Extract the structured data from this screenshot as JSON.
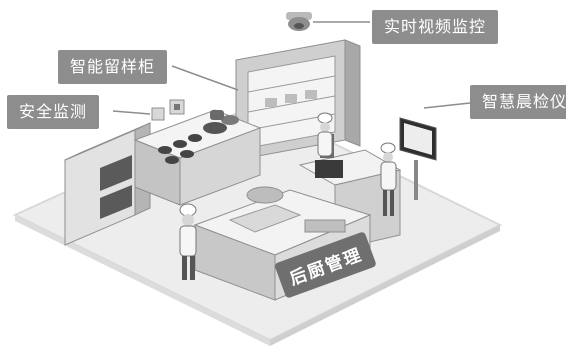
{
  "callouts": {
    "video_monitoring": "实时视频监控",
    "smart_sample_cabinet": "智能留样柜",
    "safety_monitoring": "安全监测",
    "smart_morning_check": "智慧晨检仪"
  },
  "floor_label": "后厨管理",
  "colors": {
    "callout_bg": "#8d8d8d",
    "floor_label_bg": "#6f6f6f",
    "floor": "#ececec",
    "appliance_light": "#e4e4e4",
    "appliance_mid": "#cfcfcf",
    "appliance_dark": "#555555"
  }
}
